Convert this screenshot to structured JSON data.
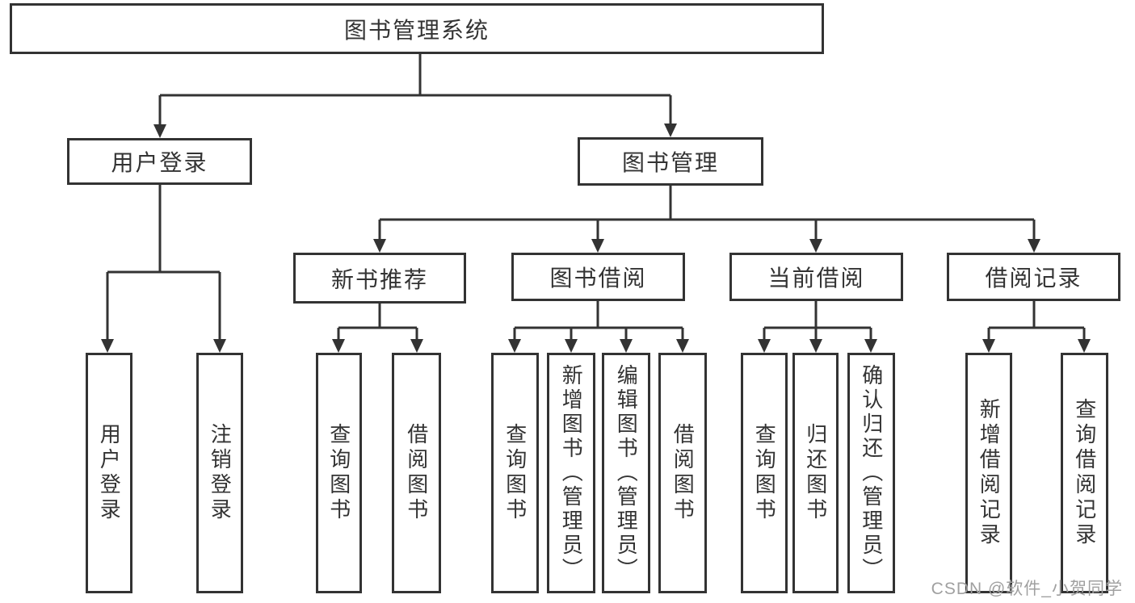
{
  "diagram": {
    "root": {
      "label": "图书管理系统"
    },
    "branches": [
      {
        "label": "用户登录",
        "children": [
          {
            "label": "用户登录"
          },
          {
            "label": "注销登录"
          }
        ]
      },
      {
        "label": "图书管理",
        "children": [
          {
            "label": "新书推荐",
            "children": [
              {
                "label": "查询图书"
              },
              {
                "label": "借阅图书"
              }
            ]
          },
          {
            "label": "图书借阅",
            "children": [
              {
                "label": "查询图书"
              },
              {
                "label": "新增图书（管理员）"
              },
              {
                "label": "编辑图书（管理员）"
              },
              {
                "label": "借阅图书"
              }
            ]
          },
          {
            "label": "当前借阅",
            "children": [
              {
                "label": "查询图书"
              },
              {
                "label": "归还图书"
              },
              {
                "label": "确认归还（管理员）"
              }
            ]
          },
          {
            "label": "借阅记录",
            "children": [
              {
                "label": "新增借阅记录"
              },
              {
                "label": "查询借阅记录"
              }
            ]
          }
        ]
      }
    ]
  },
  "watermark": {
    "text": "CSDN @软件_小贺同学"
  },
  "colors": {
    "line": "#333333",
    "box_border": "#333333",
    "box_fill": "#ffffff",
    "text": "#333333",
    "watermark_text": "#a0a0a0",
    "background": "#ffffff"
  }
}
